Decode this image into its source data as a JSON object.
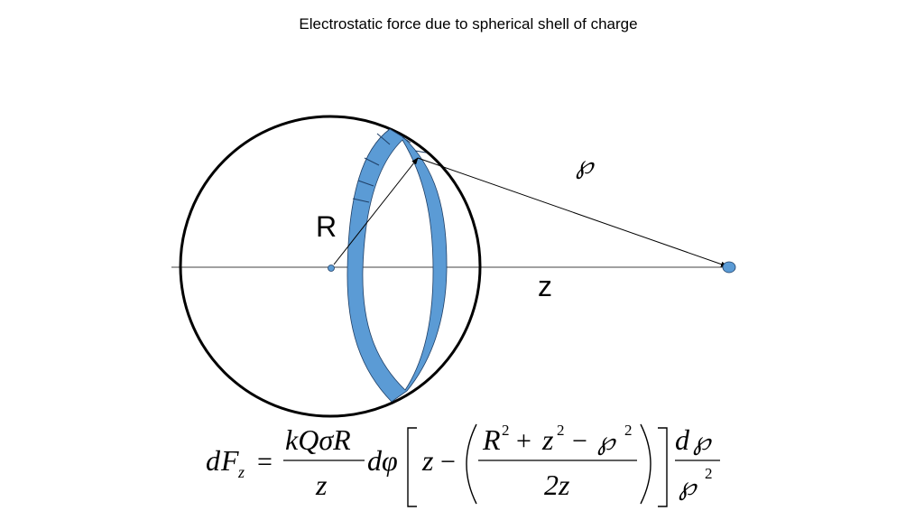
{
  "title": "Electrostatic force due to spherical shell of charge",
  "diagram": {
    "label_radius": "R",
    "label_distance": "z",
    "label_separation": "℘",
    "ring_color": "#5b9bd5",
    "ring_outline_color": "#1f3f66",
    "sphere_color": "#000000",
    "point_charge_color": "#5b9bd5"
  },
  "equation": {
    "lhs_d": "d",
    "lhs_F": "F",
    "lhs_sub": "z",
    "equals": "=",
    "prefactor_numerator": "kQσR",
    "prefactor_denominator": "z",
    "dphi": "dφ",
    "z_term": "z",
    "minus": "−",
    "inner_R": "R",
    "inner_plus": "+",
    "inner_z": "z",
    "inner_minus": "−",
    "inner_script": "℘",
    "power_2": "2",
    "inner_denominator": "2z",
    "dscript_d": "d",
    "dscript_symbol": "℘",
    "dscript_denominator": "℘"
  }
}
